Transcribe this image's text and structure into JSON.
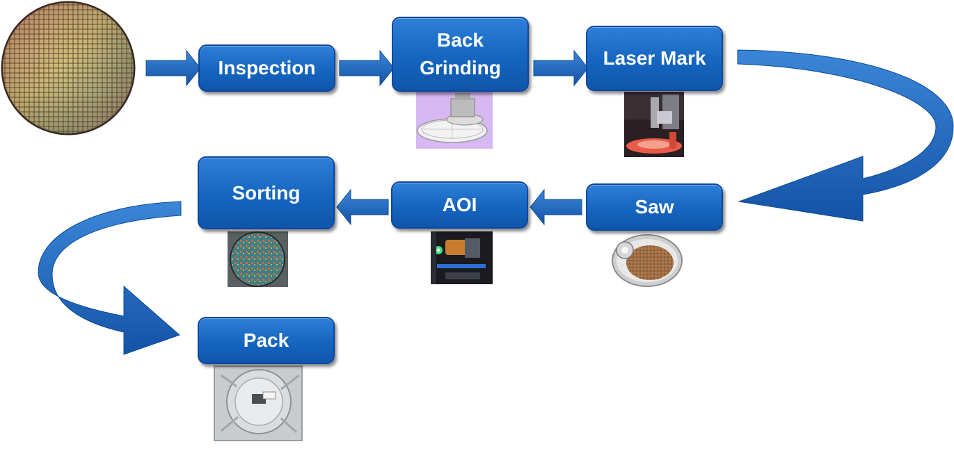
{
  "title": "",
  "colors": {
    "box_fill": "#1565c0",
    "box_border": "#0d47a1",
    "arrow_fill": "#1a62bd",
    "label_text": "#ffffff"
  },
  "steps": {
    "inspection": {
      "label": "Inspection"
    },
    "back_grinding": {
      "line1": "Back",
      "line2": "Grinding"
    },
    "laser_mark": {
      "label": "Laser Mark"
    },
    "saw": {
      "label": "Saw"
    },
    "aoi": {
      "label": "AOI"
    },
    "sorting": {
      "label": "Sorting"
    },
    "pack": {
      "label": "Pack"
    }
  },
  "flow_order": [
    "Inspection",
    "Back Grinding",
    "Laser Mark",
    "Saw",
    "AOI",
    "Sorting",
    "Pack"
  ]
}
